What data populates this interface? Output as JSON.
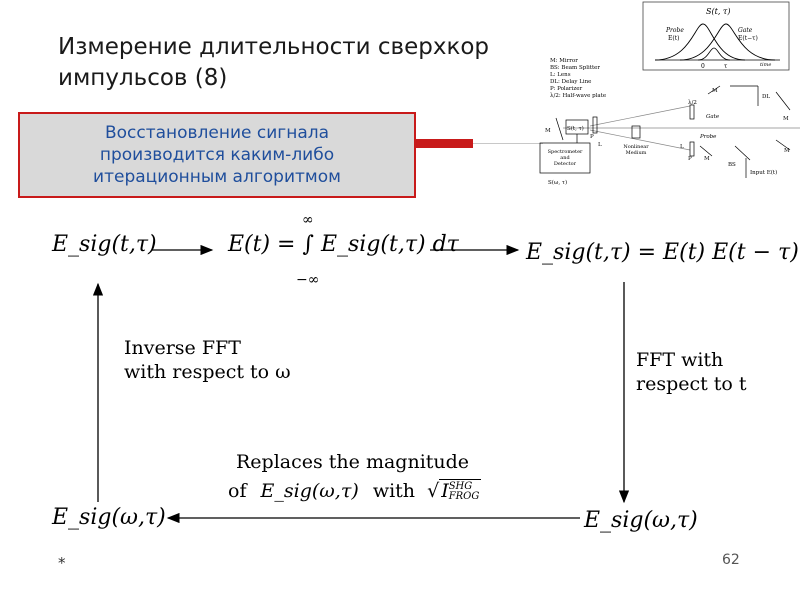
{
  "slide": {
    "title": "Измерение длительности сверхкор\nимпульсов (8)",
    "callout": "Восстановление сигнала\nпроизводится каким-либо\nитерационным алгоритмом",
    "footer_marker": "*",
    "page_number": "62"
  },
  "flow": {
    "step1": "E_sig(t,τ)",
    "step2": "E(t) = ∫ E_sig(t,τ) dτ",
    "step3": "E_sig(t,τ) = E(t) E(t − τ)",
    "step4": "E_sig(ω,τ)",
    "step5": "E_sig(ω,τ)",
    "integral_upper": "∞",
    "integral_lower": "−∞",
    "label_fft": "FFT with\nrespect to t",
    "label_ifft": "Inverse FFT\nwith respect to ω",
    "label_replace_line1": "Replaces the magnitude",
    "label_replace_line2_prefix": "of",
    "label_replace_with": "with",
    "frog_symbol": "I",
    "frog_sup": "SHG",
    "frog_sub": "FROG"
  },
  "inset": {
    "pulse_title": "S(t, τ)",
    "probe_label": "Probe",
    "probe_func": "E(t)",
    "gate_label": "Gate",
    "gate_func": "E(t−τ)",
    "axis_zero": "0",
    "axis_tau": "τ",
    "axis_time": "time",
    "legend": [
      "M: Mirror",
      "BS: Beam Splitter",
      "L: Lens",
      "DL: Delay Line",
      "P: Polarizer",
      "λ/2: Half-wave plate"
    ],
    "spectrometer": "Spectrometer\nand\nDetector",
    "spectrum_label": "S(ω, τ)",
    "medium_label": "Nonlinear\nMedium",
    "input_label": "Input E(t)",
    "gate_beam": "Gate",
    "probe_beam": "Probe",
    "dl": "DL",
    "half_wave": "λ/2",
    "m": "M",
    "bs": "BS",
    "p": "P",
    "l": "L",
    "s_t_tau": "S(t, τ)"
  }
}
